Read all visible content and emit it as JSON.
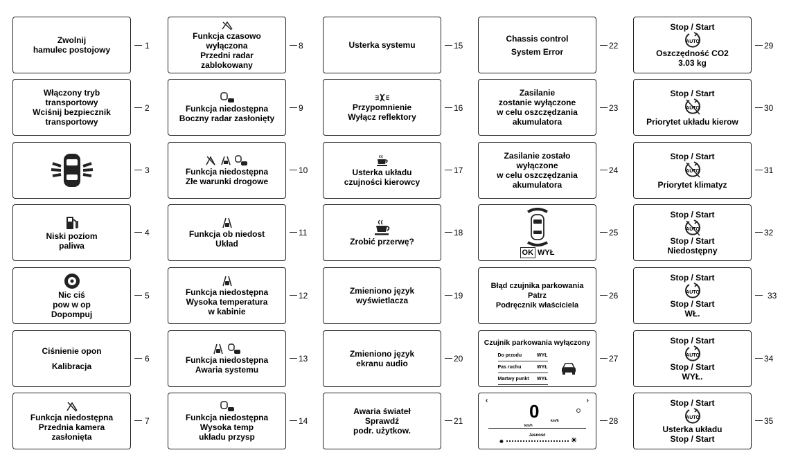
{
  "boxes": [
    {
      "n": "1",
      "lines": [
        "Zwolnij",
        "hamulec postojowy"
      ]
    },
    {
      "n": "2",
      "lines": [
        "Włączony tryb",
        "transportowy",
        "Wciśnij bezpiecznik",
        "transportowy"
      ]
    },
    {
      "n": "3",
      "lines": []
    },
    {
      "n": "4",
      "lines": [
        "Niski poziom",
        "paliwa"
      ]
    },
    {
      "n": "5",
      "lines": [
        "Nic ciś",
        "pow w op",
        "Dopompuj"
      ]
    },
    {
      "n": "6",
      "lines": [
        "Ciśnienie opon",
        "Kalibracja"
      ]
    },
    {
      "n": "7",
      "lines": [
        "Funkcja niedostępna",
        "Przednia kamera",
        "zasłonięta"
      ]
    },
    {
      "n": "8",
      "lines": [
        "Funkcja czasowo",
        "wyłączona",
        "Przedni radar",
        "zablokowany"
      ]
    },
    {
      "n": "9",
      "lines": [
        "Funkcja niedostępna",
        "Boczny radar zasłonięty"
      ]
    },
    {
      "n": "10",
      "lines": [
        "Funkcja niedostępna",
        "Złe warunki drogowe"
      ]
    },
    {
      "n": "11",
      "lines": [
        "Funkcja ob niedost",
        "Układ"
      ]
    },
    {
      "n": "12",
      "lines": [
        "Funkcja niedostępna",
        "Wysoka temperatura",
        "w kabinie"
      ]
    },
    {
      "n": "13",
      "lines": [
        "Funkcja niedostępna",
        "Awaria systemu"
      ]
    },
    {
      "n": "14",
      "lines": [
        "Funkcja niedostępna",
        "Wysoka temp",
        "układu przysp"
      ]
    },
    {
      "n": "15",
      "lines": [
        "Usterka systemu"
      ]
    },
    {
      "n": "16",
      "lines": [
        "Przypomnienie",
        "Wyłącz reflektory"
      ]
    },
    {
      "n": "17",
      "lines": [
        "Usterka układu",
        "czujności kierowcy"
      ]
    },
    {
      "n": "18",
      "lines": [
        "Zrobić przerwę?"
      ]
    },
    {
      "n": "19",
      "lines": [
        "Zmieniono język",
        "wyświetlacza"
      ]
    },
    {
      "n": "20",
      "lines": [
        "Zmieniono język",
        "ekranu audio"
      ]
    },
    {
      "n": "21",
      "lines": [
        "Awaria świateł",
        "Sprawdź",
        "podr. użytkow."
      ]
    },
    {
      "n": "22",
      "lines": [
        "Chassis control",
        "System Error"
      ]
    },
    {
      "n": "23",
      "lines": [
        "Zasilanie",
        "zostanie wyłączone",
        "w celu oszczędzania",
        "akumulatora"
      ]
    },
    {
      "n": "24",
      "lines": [
        "Zasilanie zostało",
        "wyłączone",
        "w celu oszczędzania",
        "akumulatora"
      ]
    },
    {
      "n": "25",
      "ok": "OK",
      "off": "WYŁ"
    },
    {
      "n": "26",
      "lines": [
        "Błąd czujnika parkowania",
        "Patrz",
        "Podręcznik właściciela"
      ]
    },
    {
      "n": "27",
      "title": "Czujnik parkowania wyłączony",
      "rows": [
        [
          "Do przodu",
          "WYŁ"
        ],
        [
          "Pas ruchu",
          "WYŁ"
        ],
        [
          "Martwy punkt",
          "WYŁ"
        ]
      ]
    },
    {
      "n": "28",
      "speed": "0",
      "unit": "km/h",
      "unit2": "km/h",
      "label": "Jasność"
    },
    {
      "n": "29",
      "top": "Stop / Start",
      "auto": "AUTO",
      "lines": [
        "Oszczędność CO2",
        "3.03 kg"
      ]
    },
    {
      "n": "30",
      "top": "Stop / Start",
      "auto": "AUTO",
      "lines": [
        "Priorytet układu kierow"
      ]
    },
    {
      "n": "31",
      "top": "Stop / Start",
      "auto": "AUTO",
      "lines": [
        "Priorytet klimatyz"
      ]
    },
    {
      "n": "32",
      "top": "Stop / Start",
      "auto": "AUTO",
      "lines": [
        "Stop / Start",
        "Niedostępny"
      ]
    },
    {
      "n": "33",
      "top": "Stop / Start",
      "auto": "AUTO",
      "lines": [
        "Stop / Start",
        "WŁ."
      ]
    },
    {
      "n": "34",
      "top": "Stop / Start",
      "auto": "AUTO",
      "lines": [
        "Stop / Start",
        "WYŁ."
      ]
    },
    {
      "n": "35",
      "top": "Stop / Start",
      "auto": "AUTO",
      "lines": [
        "Usterka układu",
        "Stop / Start"
      ]
    }
  ]
}
